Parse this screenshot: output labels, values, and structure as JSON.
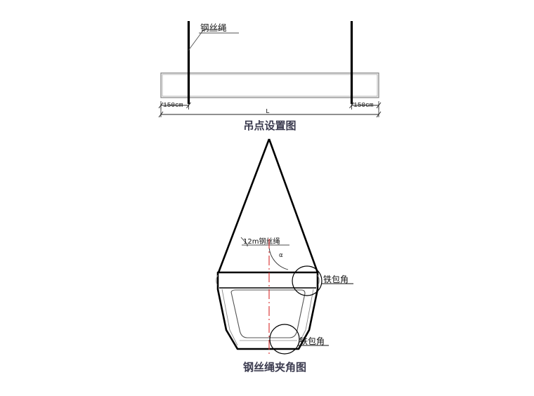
{
  "page": {
    "background_color": "#ffffff",
    "ink_color": "#000000",
    "thin_line_color": "#808080",
    "centerline_color": "#d92b2b",
    "title_color": "#3b3b4f"
  },
  "figure_top": {
    "title": "吊点设置图",
    "beam": {
      "label_rope": "钢丝绳",
      "dim_left": "150cm",
      "dim_right": "150cm",
      "dim_span": "L"
    }
  },
  "figure_bottom": {
    "title": "钢丝绳夹角图",
    "label_rope_length": "12m钢丝绳",
    "angle_symbol": "α",
    "callout_upper": "铁包角",
    "callout_lower": "铁包角"
  }
}
